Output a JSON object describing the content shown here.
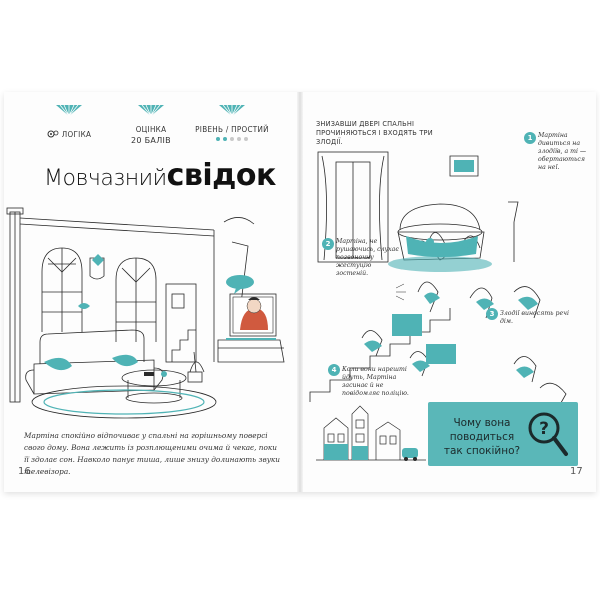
{
  "left_page": {
    "stats": [
      {
        "label": "Логіка",
        "value": ""
      },
      {
        "label": "Оцінка",
        "value": "20 балів"
      },
      {
        "label": "Рівень / простий",
        "value": ""
      }
    ],
    "level_dots": {
      "total": 5,
      "filled": 2
    },
    "title_part1": "Мовчазний",
    "title_part2": "свідок",
    "caption": "Мартіна спокійно відпочиває у спальні на горішньому поверсі свого дому. Вона лежить із розплющеними очима й чекає, поки її здолає сон. Навколо панує тиша, лише знизу долинають звуки телевізора.",
    "page_number": "16"
  },
  "right_page": {
    "intro": "Знизавши двері спальні прочиняються і входять три злодії.",
    "steps": [
      {
        "num": "1",
        "text": "Мартіна дивиться на злодіїв, а ті — обертаються на неї."
      },
      {
        "num": "2",
        "text": "Мартіна, не рушаючись, слухає позвоночну жестуцію зостеній."
      },
      {
        "num": "3",
        "text": "Злодії виносять речі дім."
      },
      {
        "num": "4",
        "text": "Коли вони нарешті йдуть, Мартіна засинає й не повідомляє поліцію."
      }
    ],
    "question": "Чому вона поводиться так спокійно?",
    "page_number": "17"
  },
  "colors": {
    "accent": "#4fb3b5",
    "ink": "#2a2a2a"
  }
}
